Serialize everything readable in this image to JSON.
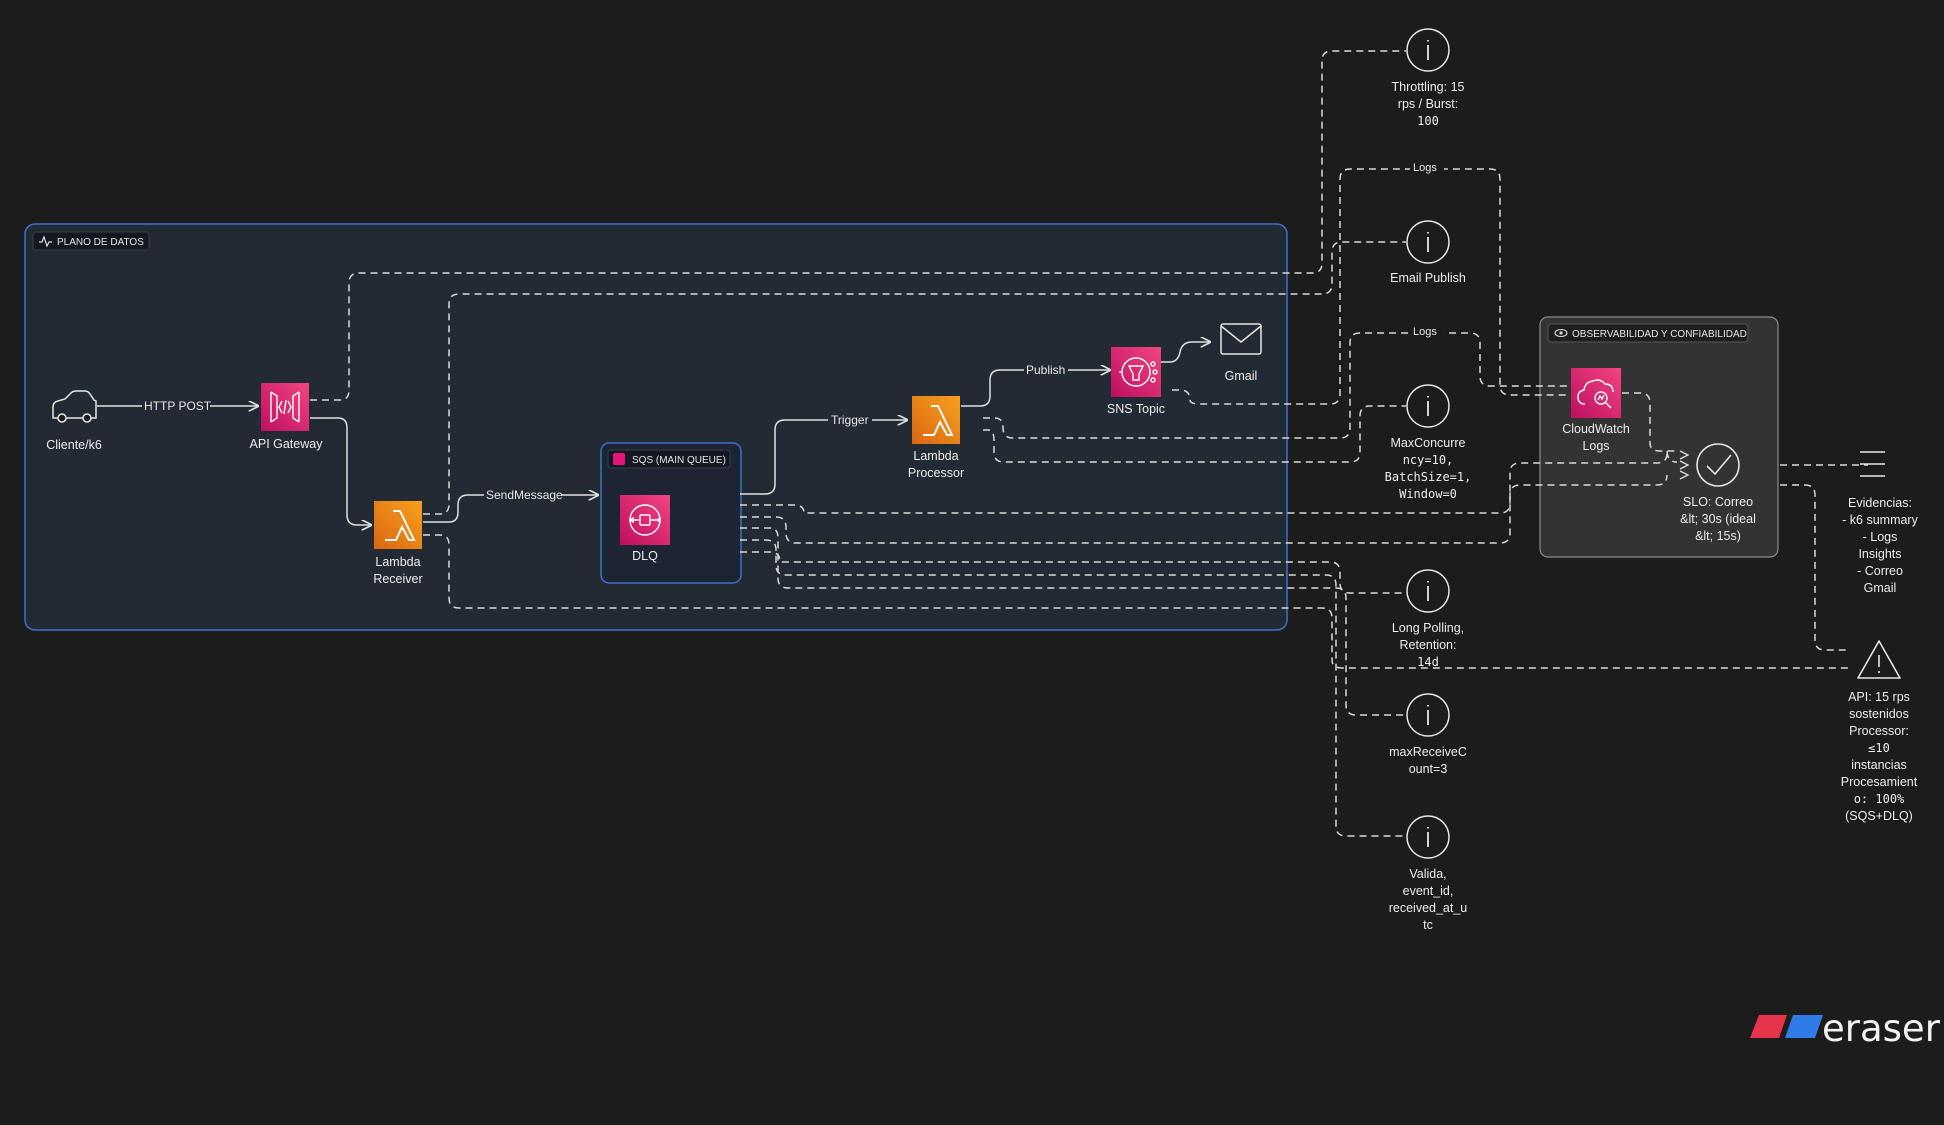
{
  "groups": {
    "data_plane": "PLANO DE DATOS",
    "observability": "OBSERVABILIDAD Y CONFIABILIDAD",
    "sqs": "SQS (MAIN QUEUE)"
  },
  "nodes": {
    "client": "Cliente/k6",
    "api_gateway": "API Gateway",
    "lambda_receiver": [
      "Lambda",
      "Receiver"
    ],
    "dlq": "DLQ",
    "lambda_processor": [
      "Lambda",
      "Processor"
    ],
    "sns_topic": "SNS Topic",
    "gmail": "Gmail",
    "cloudwatch": [
      "CloudWatch",
      "Logs"
    ],
    "slo": [
      "SLO: Correo",
      "&lt; 30s (ideal",
      "&lt; 15s)"
    ],
    "evidencias": [
      "Evidencias:",
      "- k6 summary",
      "- Logs",
      "Insights",
      "- Correo",
      "Gmail"
    ],
    "api_warning": [
      "API: 15 rps",
      "sostenidos",
      "Processor:",
      "≤10",
      "instancias",
      "Procesamient",
      "o: 100%",
      "(SQS+DLQ)"
    ]
  },
  "notes": {
    "throttling": [
      "Throttling: 15",
      "rps / Burst:",
      "100"
    ],
    "email_publish": [
      "Email Publish"
    ],
    "max_concurrency": [
      "MaxConcurre",
      "ncy=10,",
      "BatchSize=1,",
      "Window=0"
    ],
    "long_polling": [
      "Long Polling,",
      "Retention:",
      "14d"
    ],
    "max_receive": [
      "maxReceiveC",
      "ount=3"
    ],
    "valida": [
      "Valida,",
      "event_id,",
      "received_at_u",
      "tc"
    ]
  },
  "edges": {
    "http_post": "HTTP POST",
    "send_message": "SendMessage",
    "trigger": "Trigger",
    "publish": "Publish",
    "logs_1": "Logs",
    "logs_2": "Logs"
  },
  "brand": "eraser",
  "colors": {
    "background": "#1c1c1d",
    "group_border": "#3f6fd0",
    "group_fill": "#222a33",
    "pink": "#e7157b",
    "orange": "#ed7100",
    "line": "#d9d9d9"
  }
}
